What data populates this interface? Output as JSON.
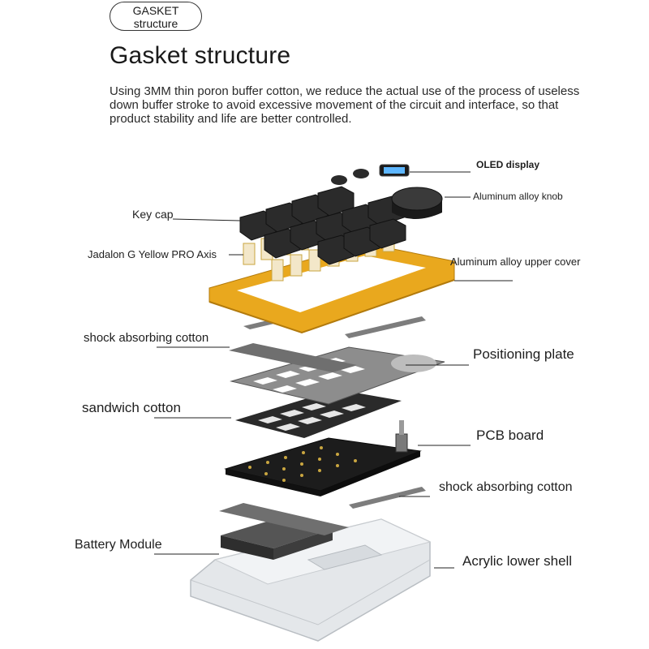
{
  "badge": {
    "line1": "GASKET",
    "line2": "structure"
  },
  "title": "Gasket structure",
  "description": "Using 3MM thin poron buffer cotton, we reduce the actual use of the process of useless down buffer stroke to avoid excessive movement of the circuit and interface, so that product stability and life are better controlled.",
  "labels": {
    "oled": "OLED display",
    "knob": "Aluminum alloy knob",
    "keycap": "Key cap",
    "axis": "Jadalon G Yellow PRO Axis",
    "upper_cover": "Aluminum alloy upper cover",
    "shock_top": "shock absorbing cotton",
    "positioning_plate": "Positioning plate",
    "sandwich": "sandwich cotton",
    "pcb": "PCB board",
    "shock_bottom": "shock absorbing cotton",
    "battery": "Battery Module",
    "lower_shell": "Acrylic lower shell"
  },
  "colors": {
    "frame": "#e9a81e",
    "keycap": "#2b2b2b",
    "pcb": "#1c1c1c",
    "plate": "#8d8d8d",
    "shell": "#d9dde0"
  }
}
